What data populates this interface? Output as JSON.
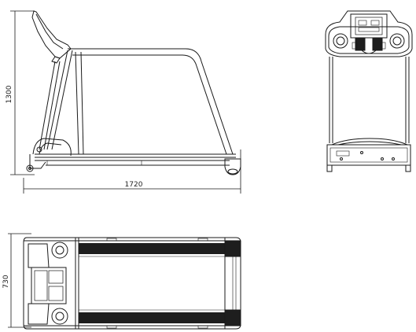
{
  "dimensions": {
    "height_label": "1300",
    "length_label": "1720",
    "width_label": "730"
  },
  "colors": {
    "line": "#1a1a1a",
    "belt": "#1e1e1e",
    "background": "#ffffff"
  }
}
